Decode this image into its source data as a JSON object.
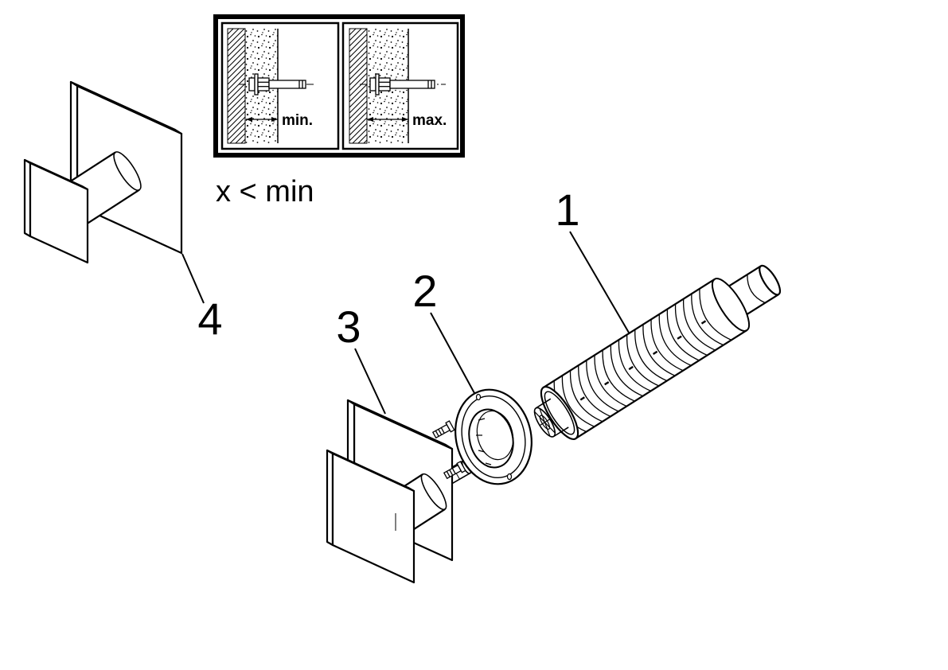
{
  "diagram": {
    "caption": "x < min",
    "inset_panels": [
      {
        "label": "min."
      },
      {
        "label": "max."
      }
    ],
    "part_labels": [
      {
        "number": "1"
      },
      {
        "number": "2"
      },
      {
        "number": "3"
      },
      {
        "number": "4"
      }
    ]
  },
  "colors": {
    "line": "#000000",
    "background": "#ffffff"
  }
}
